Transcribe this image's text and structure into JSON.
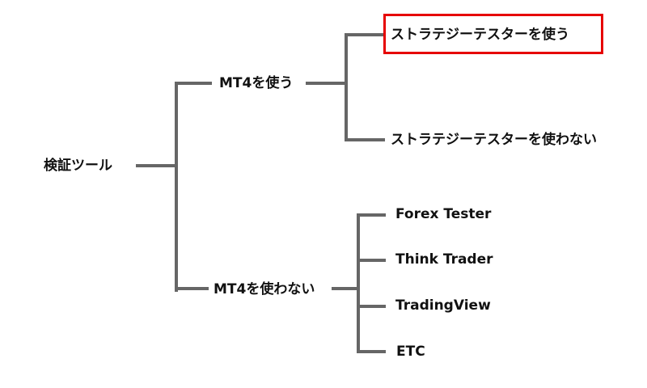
{
  "root": "検証ツール",
  "branches": [
    {
      "label": "MT4を使う",
      "children": [
        "ストラテジーテスターを使う",
        "ストラテジーテスターを使わない"
      ],
      "highlighted_child": 0
    },
    {
      "label": "MT4を使わない",
      "children": [
        "Forex Tester",
        "Think Trader",
        "TradingView",
        "ETC"
      ]
    }
  ],
  "colors": {
    "line": "#666666",
    "highlight": "#e60000",
    "text": "#111111"
  }
}
